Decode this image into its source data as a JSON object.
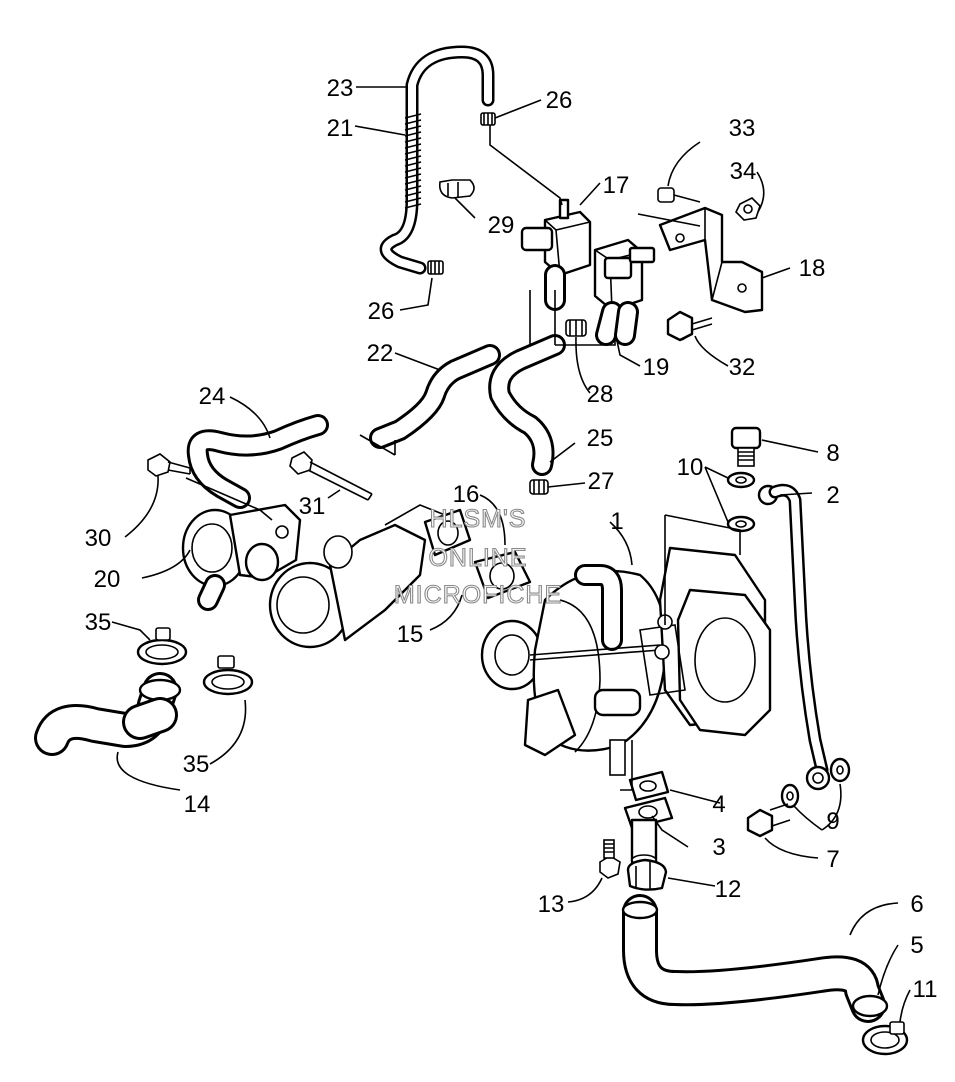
{
  "callouts": [
    {
      "id": "1",
      "text": "1"
    },
    {
      "id": "2",
      "text": "2"
    },
    {
      "id": "3",
      "text": "3"
    },
    {
      "id": "4",
      "text": "4"
    },
    {
      "id": "5",
      "text": "5"
    },
    {
      "id": "6",
      "text": "6"
    },
    {
      "id": "7",
      "text": "7"
    },
    {
      "id": "8",
      "text": "8"
    },
    {
      "id": "9",
      "text": "9"
    },
    {
      "id": "10",
      "text": "10"
    },
    {
      "id": "11",
      "text": "11"
    },
    {
      "id": "12",
      "text": "12"
    },
    {
      "id": "13",
      "text": "13"
    },
    {
      "id": "14",
      "text": "14"
    },
    {
      "id": "15",
      "text": "15"
    },
    {
      "id": "16",
      "text": "16"
    },
    {
      "id": "17",
      "text": "17"
    },
    {
      "id": "18",
      "text": "18"
    },
    {
      "id": "19",
      "text": "19"
    },
    {
      "id": "20",
      "text": "20"
    },
    {
      "id": "21",
      "text": "21"
    },
    {
      "id": "22",
      "text": "22"
    },
    {
      "id": "23",
      "text": "23"
    },
    {
      "id": "24",
      "text": "24"
    },
    {
      "id": "25",
      "text": "25"
    },
    {
      "id": "26a",
      "text": "26"
    },
    {
      "id": "26b",
      "text": "26"
    },
    {
      "id": "27",
      "text": "27"
    },
    {
      "id": "28",
      "text": "28"
    },
    {
      "id": "29",
      "text": "29"
    },
    {
      "id": "30",
      "text": "30"
    },
    {
      "id": "31",
      "text": "31"
    },
    {
      "id": "32",
      "text": "32"
    },
    {
      "id": "33",
      "text": "33"
    },
    {
      "id": "34",
      "text": "34"
    },
    {
      "id": "35a",
      "text": "35"
    },
    {
      "id": "35b",
      "text": "35"
    }
  ],
  "watermark": {
    "line1": "HLSM'S",
    "line2": "ONLINE",
    "line3": "MICROFICHE"
  }
}
